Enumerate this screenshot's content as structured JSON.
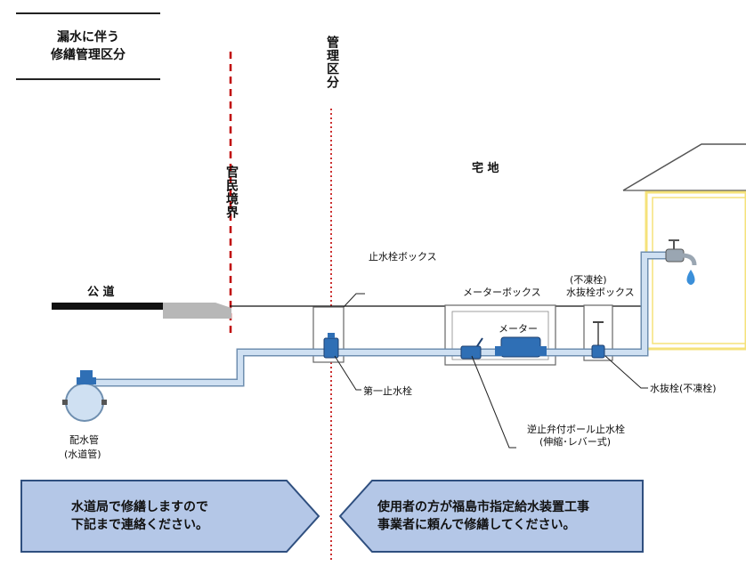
{
  "title": {
    "line1": "漏水に伴う",
    "line2": "修繕管理区分"
  },
  "boundaries": {
    "public_private": "官民境界",
    "management": "管理区分"
  },
  "areas": {
    "road": "公 道",
    "residence": "宅 地"
  },
  "labels": {
    "stopcock_box": "止水栓ボックス",
    "meter_box": "メーターボックス",
    "meter": "メーター",
    "drain_box_line1": "(不凍栓)",
    "drain_box_line2": "水抜栓ボックス",
    "first_stopcock": "第一止水栓",
    "drain_valve": "水抜栓(不凍栓)",
    "check_valve_line1": "逆止弁付ボール止水栓",
    "check_valve_line2": "(伸縮･レバー式)",
    "main_pipe_line1": "配水管",
    "main_pipe_line2": "(水道管)"
  },
  "callouts": {
    "left_line1": "水道局で修繕しますので",
    "left_line2": "下記まで連絡ください。",
    "right_line1": "使用者の方が福島市指定給水装置工事",
    "right_line2": "事業者に頼んで修繕してください。"
  },
  "colors": {
    "pipe": "#cfe0f2",
    "pipe_edge": "#6f8fb0",
    "valve": "#2f6fb5",
    "callout_fill": "#b4c7e7",
    "callout_edge": "#2f4f7f",
    "boundary_red": "#c00000",
    "house_yellow": "#f5e27a",
    "road": "#111111",
    "curb": "#b7b7b7"
  }
}
